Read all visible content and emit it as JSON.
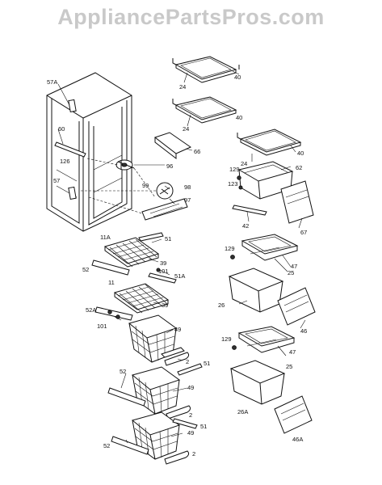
{
  "watermark": "AppliancePartsPros.com",
  "labels": {
    "l40a": "40",
    "l24a": "24",
    "l40b": "40",
    "l24b": "24",
    "l40c": "40",
    "l24c": "24",
    "l66": "66",
    "l57a": "57A",
    "l60": "60",
    "l126": "126",
    "l96a": "96",
    "l57": "57",
    "l99": "99",
    "l98": "98",
    "l97": "97",
    "l129a": "129",
    "l123": "123",
    "l62": "62",
    "l42": "42",
    "l67": "67",
    "l11a": "11A",
    "l51a": "51",
    "l52a": "52",
    "l39a": "39",
    "l101a": "101",
    "l51b": "51A",
    "l11": "11",
    "l39b": "39",
    "l52b": "52A",
    "l101b": "101",
    "l47a": "47",
    "l129b": "129",
    "l25a": "25",
    "l26": "26",
    "l46": "46",
    "l49a": "49",
    "l2a": "2",
    "l51c": "51",
    "l52c": "52",
    "l49b": "49",
    "l2b": "2",
    "l129c": "129",
    "l47b": "47",
    "l25b": "25",
    "l26a": "26A",
    "l46a": "46A",
    "l51d": "51",
    "l52d": "52",
    "l49c": "49",
    "l2c": "2"
  }
}
